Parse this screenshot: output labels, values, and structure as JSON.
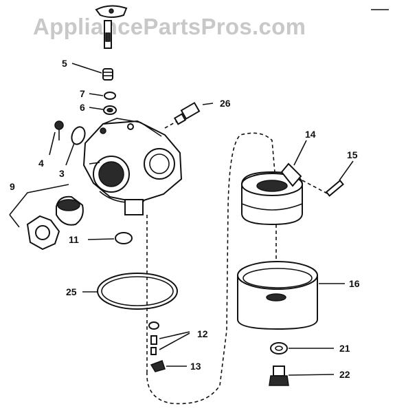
{
  "watermark": "AppliancePartsPros.com",
  "callouts": {
    "c3": "3",
    "c4": "4",
    "c5": "5",
    "c6": "6",
    "c7": "7",
    "c9": "9",
    "c11": "11",
    "c12": "12",
    "c13": "13",
    "c14": "14",
    "c15": "15",
    "c16": "16",
    "c21": "21",
    "c22": "22",
    "c25": "25",
    "c26": "26"
  }
}
